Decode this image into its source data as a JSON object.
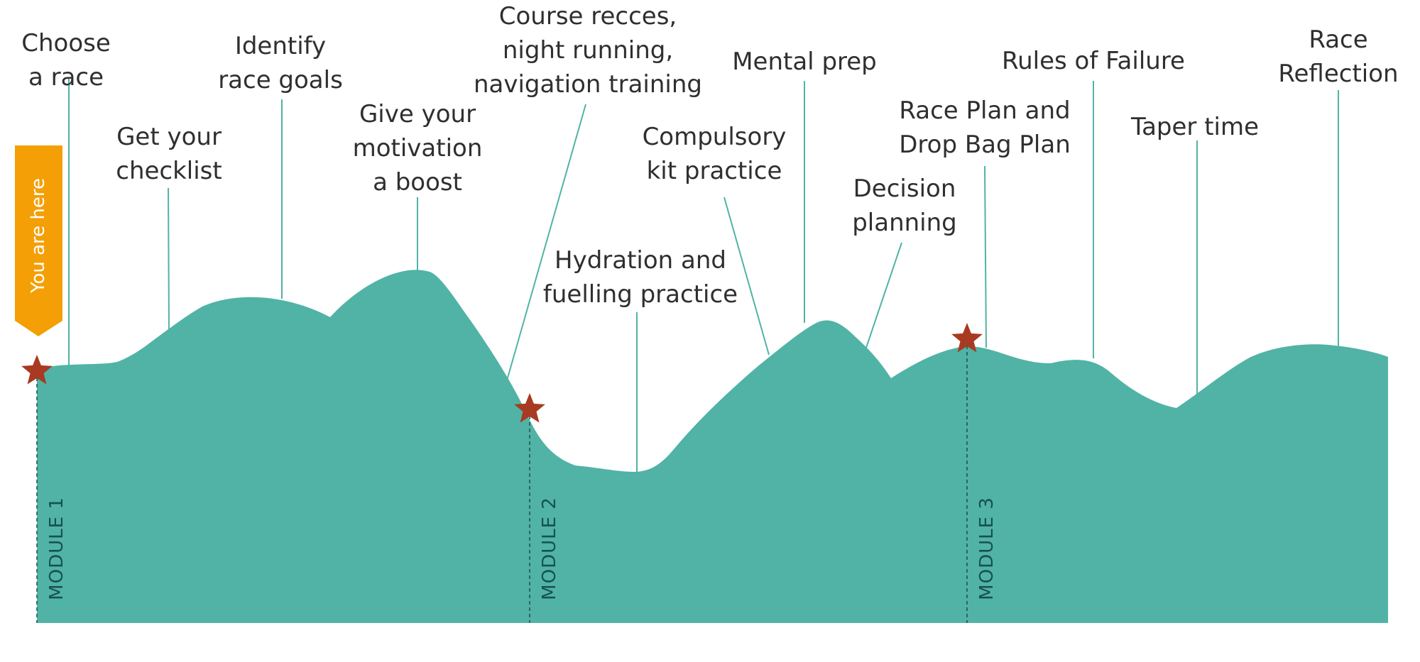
{
  "colors": {
    "terrain": "#50b3a6",
    "leader": "#50b3a6",
    "star": "#a83a22",
    "marker": "#f49f05",
    "module_line": "#1f4e4a",
    "module_text": "#17514c",
    "label_text": "#2f2f2f"
  },
  "you_are_here": "You are here",
  "milestones": [
    {
      "id": "choose-race",
      "lines": [
        "Choose",
        "a race"
      ]
    },
    {
      "id": "get-checklist",
      "lines": [
        "Get your",
        "checklist"
      ]
    },
    {
      "id": "identify-goals",
      "lines": [
        "Identify",
        "race goals"
      ]
    },
    {
      "id": "motivation-boost",
      "lines": [
        "Give your",
        "motivation",
        "a boost"
      ]
    },
    {
      "id": "course-recces",
      "lines": [
        "Course recces,",
        "night running,",
        "navigation training"
      ]
    },
    {
      "id": "hydration-fuelling",
      "lines": [
        "Hydration and",
        "fuelling practice"
      ]
    },
    {
      "id": "compulsory-kit",
      "lines": [
        "Compulsory",
        "kit practice"
      ]
    },
    {
      "id": "mental-prep",
      "lines": [
        "Mental prep"
      ]
    },
    {
      "id": "decision-planning",
      "lines": [
        "Decision",
        "planning"
      ]
    },
    {
      "id": "race-plan",
      "lines": [
        "Race Plan and",
        "Drop Bag Plan"
      ]
    },
    {
      "id": "rules-failure",
      "lines": [
        "Rules of Failure"
      ]
    },
    {
      "id": "taper-time",
      "lines": [
        "Taper time"
      ]
    },
    {
      "id": "race-reflection",
      "lines": [
        "Race",
        "Reflection"
      ]
    }
  ],
  "modules": [
    {
      "id": "module-1",
      "label": "MODULE 1"
    },
    {
      "id": "module-2",
      "label": "MODULE 2"
    },
    {
      "id": "module-3",
      "label": "MODULE 3"
    }
  ]
}
